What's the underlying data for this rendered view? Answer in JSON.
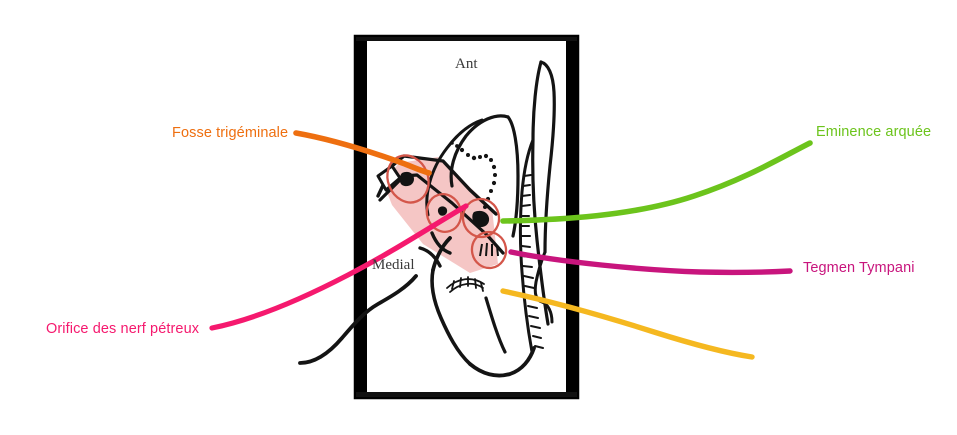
{
  "figure": {
    "orientation_labels": {
      "anterior": "Ant",
      "medial": "Medial"
    },
    "frame": {
      "border_color": "#000000",
      "fill_color": "#ffffff"
    },
    "highlight": {
      "name": "petrous-apex-highlight",
      "fill_color": "#f4c3c2",
      "circle_color": "#d4564a",
      "circle_count": 4
    }
  },
  "annotations": [
    {
      "id": "fosse-trigeminale",
      "label": "Fosse trigéminale",
      "color": "#ee6f10",
      "side": "left"
    },
    {
      "id": "orifice-nerf-petreux",
      "label": "Orifice des nerf pétreux",
      "color": "#f5196e",
      "side": "left"
    },
    {
      "id": "eminence-arquee",
      "label": "Eminence arquée",
      "color": "#6cc41c",
      "side": "right"
    },
    {
      "id": "tegmen-tympani",
      "label": "Tegmen Tympani",
      "color": "#c8157d",
      "side": "right"
    },
    {
      "id": "unlabeled-amber-pointer",
      "label": "",
      "color": "#f5b820",
      "side": "right"
    }
  ]
}
